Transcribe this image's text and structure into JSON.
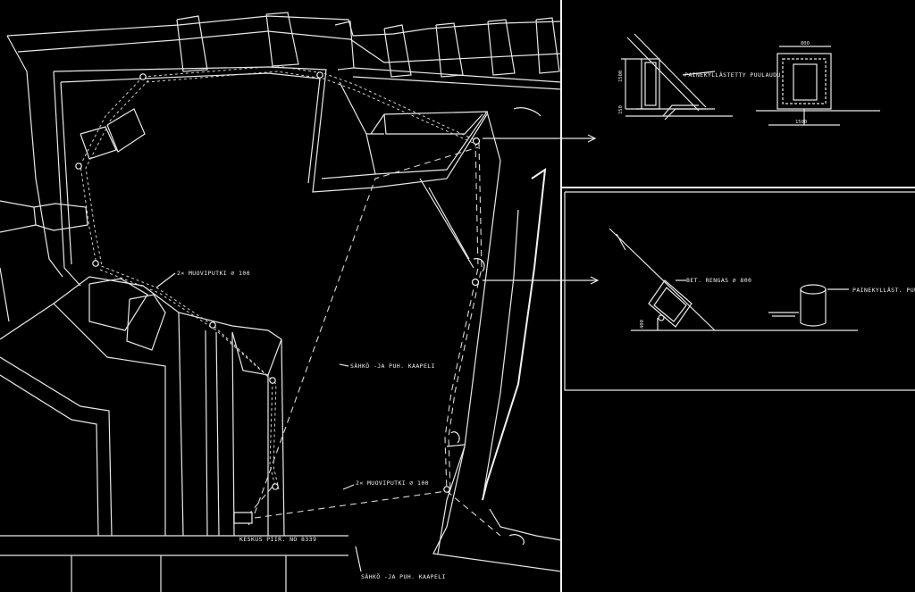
{
  "labels": {
    "pipe_upper": "2× MUOVIPUTKI ∅ 100",
    "cable_mid": "SÄHKÖ -JA PUH. KAAPELI",
    "pipe_lower": "2× MUOVIPUTKI ∅ 100",
    "ref_drawing": "KESKUS PIIR. NO 8339",
    "cable_lower": "SÄHKÖ -JA PUH. KAAPELI"
  },
  "detail_top": {
    "label_chute": "PAINEKYLLÄSTETTY PUULAUDU",
    "dim_height": "1500",
    "dim_small": "150",
    "dim_top": "800",
    "dim_bottom": "1500"
  },
  "detail_bottom": {
    "label_ring": "BET. RENGAS ∅ 800",
    "label_right": "PAINEKYLLÄST. PUU",
    "dim_left": "400"
  }
}
